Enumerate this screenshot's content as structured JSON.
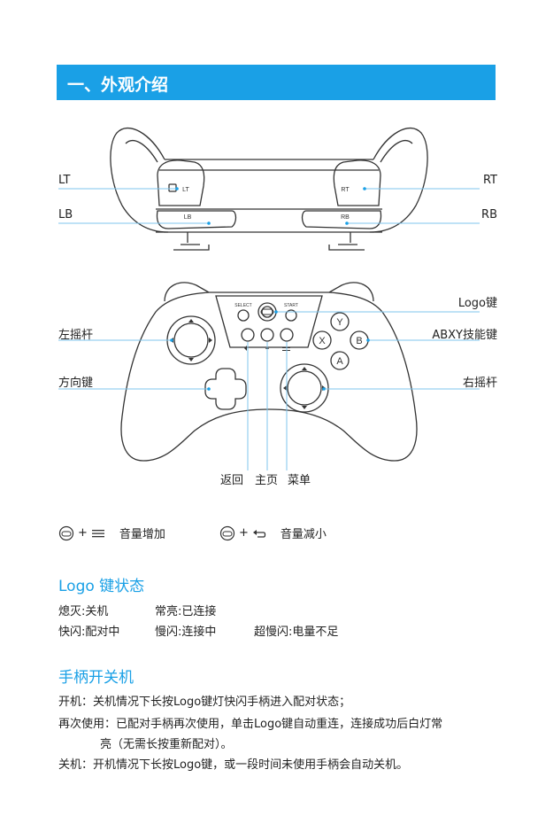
{
  "header": {
    "title": "一、外观介绍"
  },
  "top_view": {
    "labels": {
      "lt": "LT",
      "rt": "RT",
      "lb": "LB",
      "rb": "RB"
    },
    "button_marks": {
      "lt": "LT",
      "rt": "RT",
      "lb": "LB",
      "rb": "RB"
    }
  },
  "front_view": {
    "labels": {
      "logo": "Logo键",
      "abxy": "ABXY技能键",
      "left_stick": "左摇杆",
      "dpad": "方向键",
      "right_stick": "右摇杆",
      "back": "返回",
      "home": "主页",
      "menu": "菜单"
    },
    "button_marks": {
      "select": "SELECT",
      "start": "START",
      "y": "Y",
      "x": "X",
      "b": "B",
      "a": "A"
    }
  },
  "volume": {
    "up": {
      "symbol": "+",
      "label": "音量增加"
    },
    "down": {
      "symbol": "+",
      "label": "音量减小"
    }
  },
  "logo_status": {
    "title": "Logo 键状态",
    "off": "熄灭:关机",
    "on": "常亮:已连接",
    "fast": "快闪:配对中",
    "slow": "慢闪:连接中",
    "very_slow": "超慢闪:电量不足"
  },
  "power": {
    "title": "手柄开关机",
    "on_line": "开机：关机情况下长按Logo键灯快闪手柄进入配对状态；",
    "reuse_line1": "再次使用：已配对手柄再次使用，单击Logo键自动重连，连接成功后白灯常",
    "reuse_line2": "亮（无需长按重新配对）。",
    "off_line": "关机：开机情况下长按Logo键，或一段时间未使用手柄会自动关机。"
  },
  "colors": {
    "accent": "#1aa0e6",
    "leader": "#7fc6ec",
    "outline": "#333333"
  }
}
